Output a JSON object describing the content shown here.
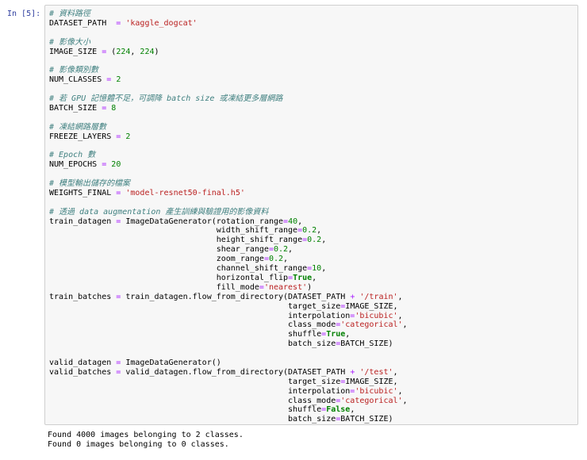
{
  "cell": {
    "prompt": "In [5]:",
    "code_lines": [
      [
        {
          "t": "# 資料路徑",
          "c": "cm"
        }
      ],
      [
        {
          "t": "DATASET_PATH  "
        },
        {
          "t": "=",
          "c": "op"
        },
        {
          "t": " "
        },
        {
          "t": "'kaggle_dogcat'",
          "c": "st"
        }
      ],
      [],
      [
        {
          "t": "# 影像大小",
          "c": "cm"
        }
      ],
      [
        {
          "t": "IMAGE_SIZE "
        },
        {
          "t": "=",
          "c": "op"
        },
        {
          "t": " ("
        },
        {
          "t": "224",
          "c": "nu"
        },
        {
          "t": ", "
        },
        {
          "t": "224",
          "c": "nu"
        },
        {
          "t": ")"
        }
      ],
      [],
      [
        {
          "t": "# 影像類別數",
          "c": "cm"
        }
      ],
      [
        {
          "t": "NUM_CLASSES "
        },
        {
          "t": "=",
          "c": "op"
        },
        {
          "t": " "
        },
        {
          "t": "2",
          "c": "nu"
        }
      ],
      [],
      [
        {
          "t": "# 若 GPU 記憶體不足，可調降 batch size 或凍結更多層網路",
          "c": "cm"
        }
      ],
      [
        {
          "t": "BATCH_SIZE "
        },
        {
          "t": "=",
          "c": "op"
        },
        {
          "t": " "
        },
        {
          "t": "8",
          "c": "nu"
        }
      ],
      [],
      [
        {
          "t": "# 凍結網路層數",
          "c": "cm"
        }
      ],
      [
        {
          "t": "FREEZE_LAYERS "
        },
        {
          "t": "=",
          "c": "op"
        },
        {
          "t": " "
        },
        {
          "t": "2",
          "c": "nu"
        }
      ],
      [],
      [
        {
          "t": "# Epoch 數",
          "c": "cm"
        }
      ],
      [
        {
          "t": "NUM_EPOCHS "
        },
        {
          "t": "=",
          "c": "op"
        },
        {
          "t": " "
        },
        {
          "t": "20",
          "c": "nu"
        }
      ],
      [],
      [
        {
          "t": "# 模型輸出儲存的檔案",
          "c": "cm"
        }
      ],
      [
        {
          "t": "WEIGHTS_FINAL "
        },
        {
          "t": "=",
          "c": "op"
        },
        {
          "t": " "
        },
        {
          "t": "'model-resnet50-final.h5'",
          "c": "st"
        }
      ],
      [],
      [
        {
          "t": "# 透過 data augmentation 產生訓練與驗證用的影像資料",
          "c": "cm"
        }
      ],
      [
        {
          "t": "train_datagen "
        },
        {
          "t": "=",
          "c": "op"
        },
        {
          "t": " ImageDataGenerator(rotation_range"
        },
        {
          "t": "=",
          "c": "op"
        },
        {
          "t": "40",
          "c": "nu"
        },
        {
          "t": ","
        }
      ],
      [
        {
          "t": "                                   width_shift_range"
        },
        {
          "t": "=",
          "c": "op"
        },
        {
          "t": "0.2",
          "c": "nu"
        },
        {
          "t": ","
        }
      ],
      [
        {
          "t": "                                   height_shift_range"
        },
        {
          "t": "=",
          "c": "op"
        },
        {
          "t": "0.2",
          "c": "nu"
        },
        {
          "t": ","
        }
      ],
      [
        {
          "t": "                                   shear_range"
        },
        {
          "t": "=",
          "c": "op"
        },
        {
          "t": "0.2",
          "c": "nu"
        },
        {
          "t": ","
        }
      ],
      [
        {
          "t": "                                   zoom_range"
        },
        {
          "t": "=",
          "c": "op"
        },
        {
          "t": "0.2",
          "c": "nu"
        },
        {
          "t": ","
        }
      ],
      [
        {
          "t": "                                   channel_shift_range"
        },
        {
          "t": "=",
          "c": "op"
        },
        {
          "t": "10",
          "c": "nu"
        },
        {
          "t": ","
        }
      ],
      [
        {
          "t": "                                   horizontal_flip"
        },
        {
          "t": "=",
          "c": "op"
        },
        {
          "t": "True",
          "c": "kw"
        },
        {
          "t": ","
        }
      ],
      [
        {
          "t": "                                   fill_mode"
        },
        {
          "t": "=",
          "c": "op"
        },
        {
          "t": "'nearest'",
          "c": "st"
        },
        {
          "t": ")"
        }
      ],
      [
        {
          "t": "train_batches "
        },
        {
          "t": "=",
          "c": "op"
        },
        {
          "t": " train_datagen.flow_from_directory(DATASET_PATH "
        },
        {
          "t": "+",
          "c": "op"
        },
        {
          "t": " "
        },
        {
          "t": "'/train'",
          "c": "st"
        },
        {
          "t": ","
        }
      ],
      [
        {
          "t": "                                                  target_size"
        },
        {
          "t": "=",
          "c": "op"
        },
        {
          "t": "IMAGE_SIZE,"
        }
      ],
      [
        {
          "t": "                                                  interpolation"
        },
        {
          "t": "=",
          "c": "op"
        },
        {
          "t": "'bicubic'",
          "c": "st"
        },
        {
          "t": ","
        }
      ],
      [
        {
          "t": "                                                  class_mode"
        },
        {
          "t": "=",
          "c": "op"
        },
        {
          "t": "'categorical'",
          "c": "st"
        },
        {
          "t": ","
        }
      ],
      [
        {
          "t": "                                                  shuffle"
        },
        {
          "t": "=",
          "c": "op"
        },
        {
          "t": "True",
          "c": "kw"
        },
        {
          "t": ","
        }
      ],
      [
        {
          "t": "                                                  batch_size"
        },
        {
          "t": "=",
          "c": "op"
        },
        {
          "t": "BATCH_SIZE)"
        }
      ],
      [],
      [
        {
          "t": "valid_datagen "
        },
        {
          "t": "=",
          "c": "op"
        },
        {
          "t": " ImageDataGenerator()"
        }
      ],
      [
        {
          "t": "valid_batches "
        },
        {
          "t": "=",
          "c": "op"
        },
        {
          "t": " valid_datagen.flow_from_directory(DATASET_PATH "
        },
        {
          "t": "+",
          "c": "op"
        },
        {
          "t": " "
        },
        {
          "t": "'/test'",
          "c": "st"
        },
        {
          "t": ","
        }
      ],
      [
        {
          "t": "                                                  target_size"
        },
        {
          "t": "=",
          "c": "op"
        },
        {
          "t": "IMAGE_SIZE,"
        }
      ],
      [
        {
          "t": "                                                  interpolation"
        },
        {
          "t": "=",
          "c": "op"
        },
        {
          "t": "'bicubic'",
          "c": "st"
        },
        {
          "t": ","
        }
      ],
      [
        {
          "t": "                                                  class_mode"
        },
        {
          "t": "=",
          "c": "op"
        },
        {
          "t": "'categorical'",
          "c": "st"
        },
        {
          "t": ","
        }
      ],
      [
        {
          "t": "                                                  shuffle"
        },
        {
          "t": "=",
          "c": "op"
        },
        {
          "t": "False",
          "c": "kw"
        },
        {
          "t": ","
        }
      ],
      [
        {
          "t": "                                                  batch_size"
        },
        {
          "t": "=",
          "c": "op"
        },
        {
          "t": "BATCH_SIZE)"
        }
      ]
    ]
  },
  "output": {
    "lines": [
      "Found 4000 images belonging to 2 classes.",
      "Found 0 images belonging to 0 classes."
    ]
  }
}
